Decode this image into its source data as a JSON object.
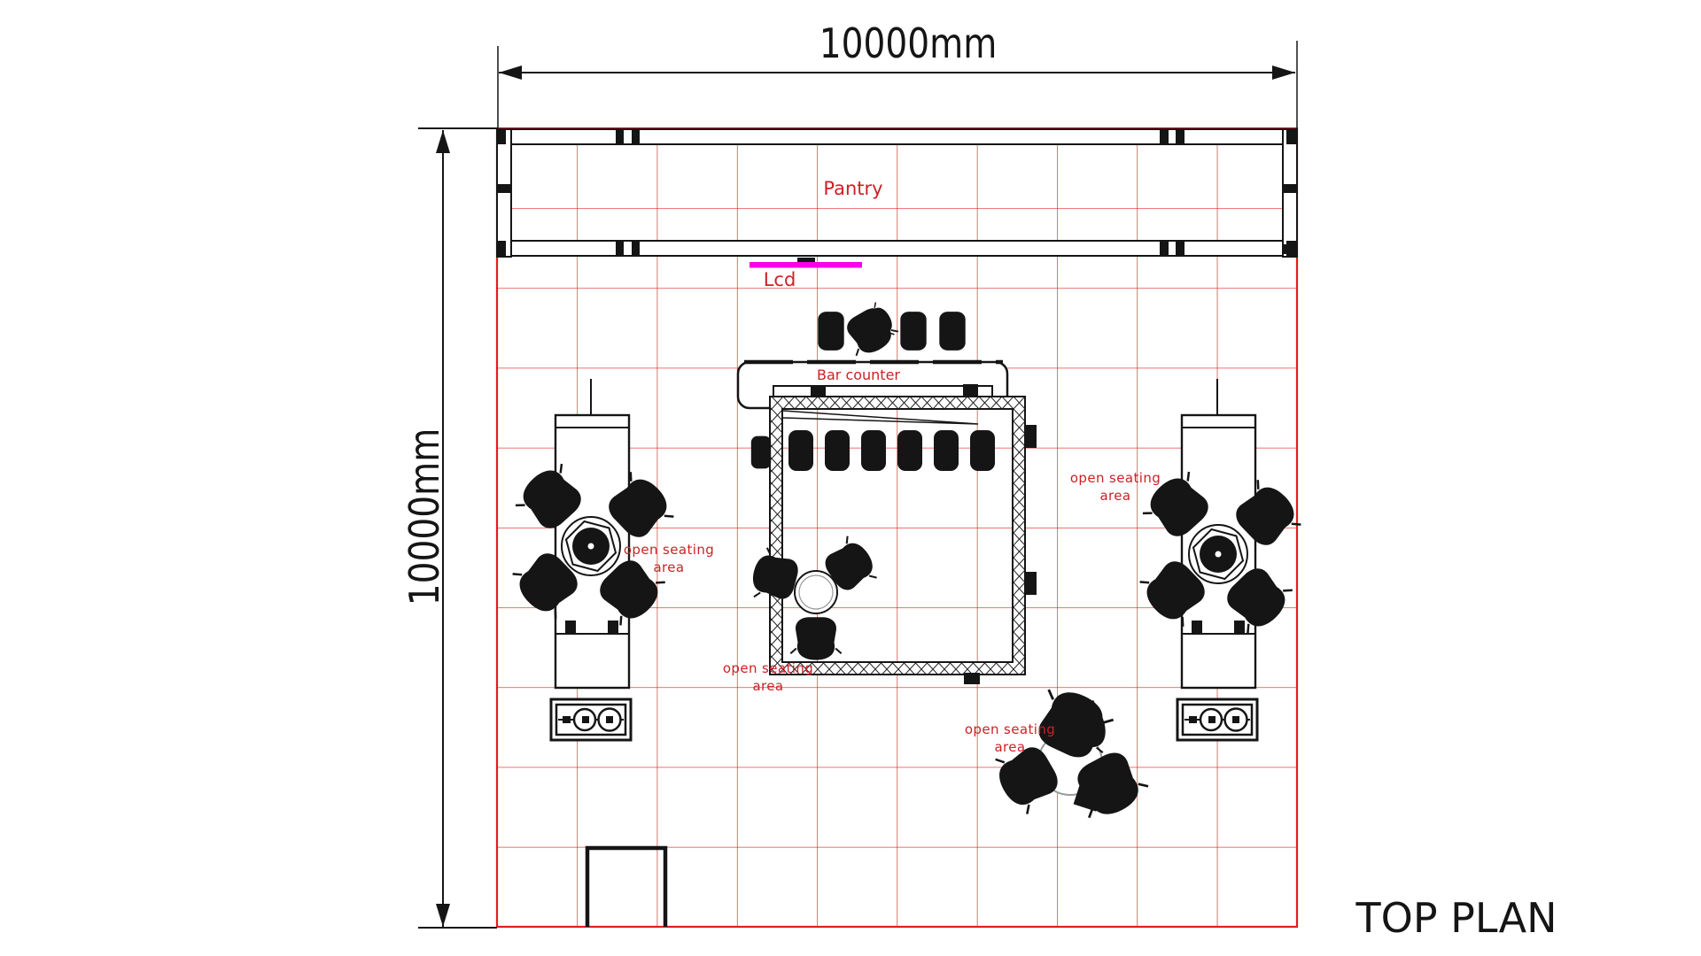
{
  "colors": {
    "grid_red": "#e01e1e",
    "label_red": "#cc2127",
    "magenta": "#fb00e6",
    "ink": "#151515"
  },
  "dimensions": {
    "top": "10000mm",
    "left": "10000mm"
  },
  "labels": {
    "pantry": "Pantry",
    "lcd": "Lcd",
    "bar_counter": "Bar counter",
    "open_seating": "open seating\narea",
    "top_plan": "TOP PLAN"
  }
}
